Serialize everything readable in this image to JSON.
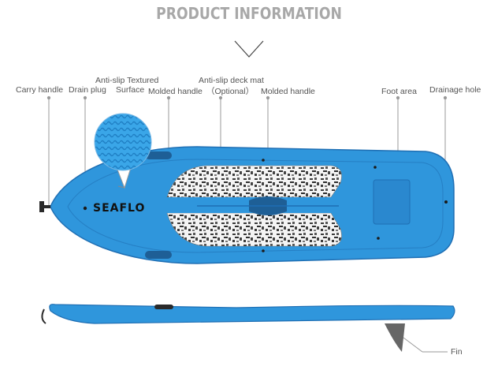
{
  "header": {
    "title": "PRODUCT INFORMATION"
  },
  "brand": {
    "logo_text": "SEAFLO"
  },
  "callouts": {
    "carry_handle": "Carry handle",
    "drain_plug": "Drain plug",
    "anti_slip_textured_line1": "Anti-slip Textured",
    "anti_slip_textured_line2": "Surface",
    "molded_handle_left": "Molded handle",
    "anti_slip_deck_mat_line1": "Anti-slip deck mat",
    "anti_slip_deck_mat_line2": "（Optional）",
    "molded_handle_right": "Molded handle",
    "foot_area": "Foot area",
    "drainage_hole": "Drainage hole",
    "fin": "Fin"
  },
  "colors": {
    "board_blue": "#2f96dc",
    "board_dark": "#1f6fb4",
    "leader_line": "#999999",
    "title_gray": "#a8a8a8"
  },
  "icons": {
    "chevron": "chevron-down-icon"
  }
}
